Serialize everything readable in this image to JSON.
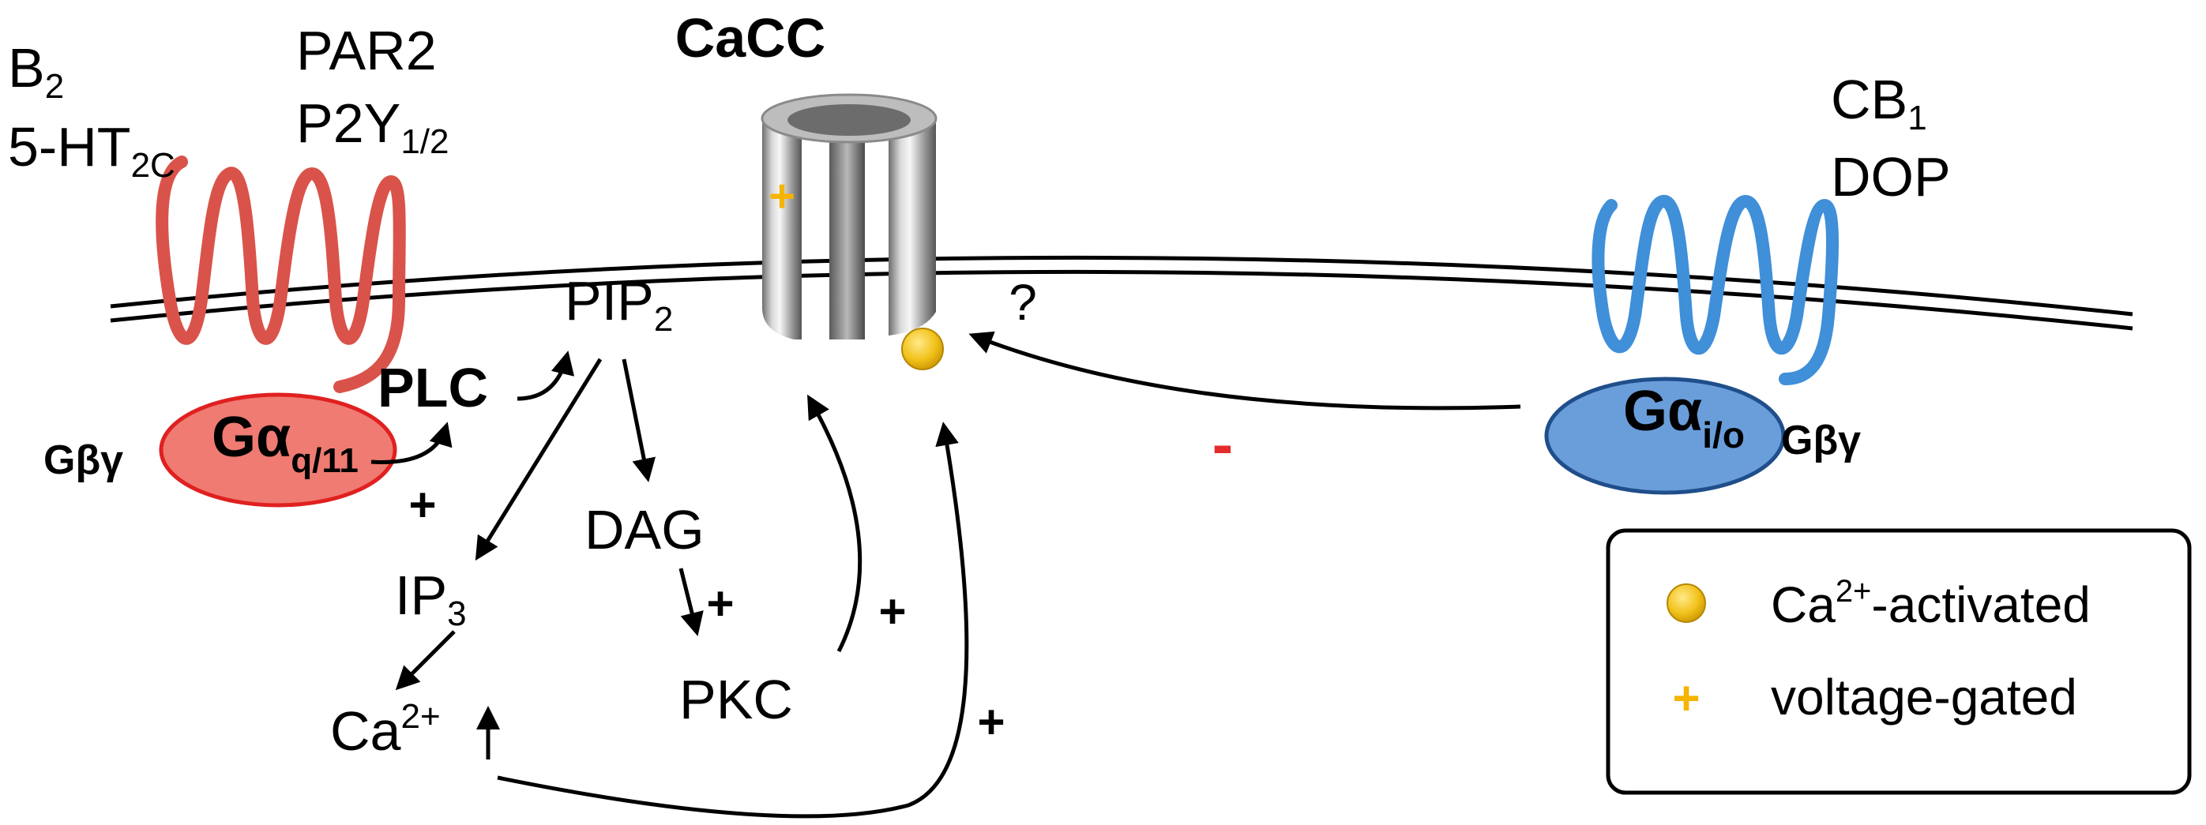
{
  "receptors_left": {
    "group1_line1": "B",
    "group1_line1_sub": "2",
    "group1_line2": "5-HT",
    "group1_line2_sub": "2C",
    "group2_line1": "PAR2",
    "group2_line2": "P2Y",
    "group2_line2_sub": "1/2"
  },
  "receptors_right": {
    "line1": "CB",
    "line1_sub": "1",
    "line2": "DOP"
  },
  "channel": {
    "title": "CaCC",
    "question": "?"
  },
  "g_proteins": {
    "left_alpha": "Gα",
    "left_alpha_sub": "q/11",
    "left_beta_gamma": "Gβγ",
    "right_alpha": "Gα",
    "right_alpha_sub": "i/o",
    "right_beta_gamma": "Gβγ"
  },
  "pathway": {
    "plc": "PLC",
    "pip2": "PIP",
    "pip2_sub": "2",
    "dag": "DAG",
    "ip3": "IP",
    "ip3_sub": "3",
    "ca": "Ca",
    "ca_sup": "2+",
    "pkc": "PKC"
  },
  "signs": {
    "plus": "+",
    "minus": "-"
  },
  "legend": {
    "item1_prefix": "Ca",
    "item1_sup": "2+",
    "item1_suffix": "-activated",
    "item2": "voltage-gated"
  },
  "colors": {
    "gq_receptor": "#d9534a",
    "gq_fill": "#ef7b72",
    "gi_receptor": "#3f8fd9",
    "gi_fill": "#6a9edb",
    "ca_dot": "#f2c21b",
    "voltage_plus": "#f5b400",
    "inhibit": "#e32b2b"
  }
}
